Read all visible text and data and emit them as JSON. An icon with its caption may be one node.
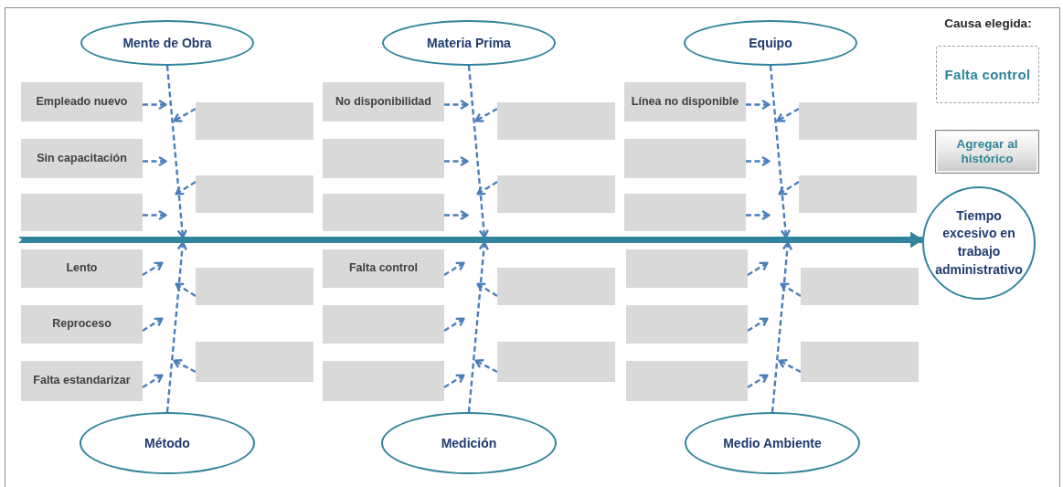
{
  "diagram": {
    "nodes": [
      {
        "text": [
          "Mente de Obra"
        ]
      },
      {
        "text": [
          "Empleado nuevo"
        ]
      },
      {
        "text": [
          "Sin capacitación"
        ]
      },
      {
        "text": [],
        "shape": "box"
      },
      {
        "text": [],
        "shape": "box"
      },
      {
        "text": [],
        "shape": "box"
      },
      {
        "text": [
          "Materia Prima"
        ]
      },
      {
        "text": [
          "No disponibilidad"
        ]
      },
      {
        "text": [],
        "shape": "box"
      },
      {
        "text": [],
        "shape": "box"
      },
      {
        "text": [],
        "shape": "box"
      },
      {
        "text": [],
        "shape": "box"
      },
      {
        "text": [
          "Equipo"
        ]
      },
      {
        "text": [
          "Línea no disponible"
        ]
      },
      {
        "text": [],
        "shape": "box"
      },
      {
        "text": [],
        "shape": "box"
      },
      {
        "text": [],
        "shape": "box"
      },
      {
        "text": [],
        "shape": "box"
      },
      {
        "text": [
          "Lento"
        ]
      },
      {
        "text": [
          "Reproceso"
        ]
      },
      {
        "text": [
          "Falta estandarizar"
        ]
      },
      {
        "text": [],
        "shape": "box"
      },
      {
        "text": [],
        "shape": "box"
      },
      {
        "text": [
          "Falta control"
        ]
      },
      {
        "text": [],
        "shape": "box"
      },
      {
        "text": [],
        "shape": "box"
      },
      {
        "text": [],
        "shape": "box"
      },
      {
        "text": [],
        "shape": "box"
      },
      {
        "text": [],
        "shape": "box"
      },
      {
        "text": [],
        "shape": "box"
      },
      {
        "text": [],
        "shape": "box"
      },
      {
        "text": [],
        "shape": "box"
      },
      {
        "text": [],
        "shape": "box"
      },
      {
        "text": [
          "Método"
        ]
      },
      {
        "text": [
          "Medición"
        ]
      },
      {
        "text": [
          "Medio Ambiente"
        ]
      },
      {
        "text": [
          "Tiempo excesivo en trabajo administrativo"
        ]
      },
      {
        "text": [
          "Falta control"
        ]
      },
      {
        "text": [],
        "shape": "bar"
      }
    ],
    "edges": [
      {
        "from": 0,
        "to": 38,
        "arrow": "to",
        "style": "dashed"
      },
      {
        "from": 1,
        "to": null,
        "arrow": "to",
        "style": "dashed"
      },
      {
        "from": 2,
        "to": null,
        "arrow": "to",
        "style": "dashed"
      },
      {
        "from": 3,
        "to": null,
        "arrow": "to",
        "style": "dashed"
      },
      {
        "from": 4,
        "to": null,
        "arrow": "to",
        "style": "dashed"
      },
      {
        "from": 5,
        "to": null,
        "arrow": "to",
        "style": "dashed"
      },
      {
        "from": 6,
        "to": 38,
        "arrow": "to",
        "style": "dashed"
      },
      {
        "from": 7,
        "to": null,
        "arrow": "to",
        "style": "dashed"
      },
      {
        "from": 8,
        "to": null,
        "arrow": "to",
        "style": "dashed"
      },
      {
        "from": 9,
        "to": null,
        "arrow": "to",
        "style": "dashed"
      },
      {
        "from": 10,
        "to": null,
        "arrow": "to",
        "style": "dashed"
      },
      {
        "from": 11,
        "to": null,
        "arrow": "to",
        "style": "dashed"
      },
      {
        "from": 12,
        "to": 38,
        "arrow": "to",
        "style": "dashed"
      },
      {
        "from": 13,
        "to": null,
        "arrow": "to",
        "style": "dashed"
      },
      {
        "from": 14,
        "to": null,
        "arrow": "to",
        "style": "dashed"
      },
      {
        "from": 15,
        "to": null,
        "arrow": "to",
        "style": "dashed"
      },
      {
        "from": 16,
        "to": null,
        "arrow": "to",
        "style": "dashed"
      },
      {
        "from": 17,
        "to": null,
        "arrow": "to",
        "style": "dashed"
      },
      {
        "from": 33,
        "to": 38,
        "arrow": "to",
        "style": "dashed"
      },
      {
        "from": 18,
        "to": null,
        "arrow": "to",
        "style": "dashed"
      },
      {
        "from": 19,
        "to": null,
        "arrow": "to",
        "style": "dashed"
      },
      {
        "from": 20,
        "to": null,
        "arrow": "to",
        "style": "dashed"
      },
      {
        "from": 21,
        "to": null,
        "arrow": "to",
        "style": "dashed"
      },
      {
        "from": 22,
        "to": null,
        "arrow": "to",
        "style": "dashed"
      },
      {
        "from": 34,
        "to": 38,
        "arrow": "to",
        "style": "dashed"
      },
      {
        "from": 23,
        "to": null,
        "arrow": "to",
        "style": "dashed"
      },
      {
        "from": 24,
        "to": null,
        "arrow": "to",
        "style": "dashed"
      },
      {
        "from": 25,
        "to": null,
        "arrow": "to",
        "style": "dashed"
      },
      {
        "from": 26,
        "to": null,
        "arrow": "to",
        "style": "dashed"
      },
      {
        "from": 27,
        "to": null,
        "arrow": "to",
        "style": "dashed"
      },
      {
        "from": 35,
        "to": 38,
        "arrow": "to",
        "style": "dashed"
      },
      {
        "from": 28,
        "to": null,
        "arrow": "to",
        "style": "dashed"
      },
      {
        "from": 29,
        "to": null,
        "arrow": "to",
        "style": "dashed"
      },
      {
        "from": 30,
        "to": null,
        "arrow": "to",
        "style": "dashed"
      },
      {
        "from": 31,
        "to": null,
        "arrow": "to",
        "style": "dashed"
      },
      {
        "from": 32,
        "to": null,
        "arrow": "to",
        "style": "dashed"
      },
      {
        "from": 38,
        "to": 36,
        "arrow": "to",
        "style": "thick",
        "color": "#31849b"
      }
    ],
    "labels": [
      "Causa elegida:",
      "Agregar al histórico"
    ]
  }
}
